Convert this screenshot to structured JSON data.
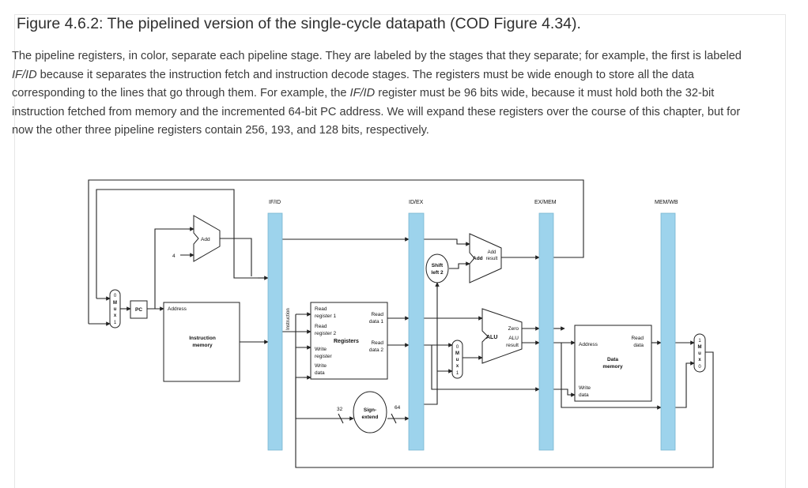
{
  "figure": {
    "title": "Figure 4.6.2: The pipelined version of the single-cycle datapath (COD Figure 4.34).",
    "desc_1": "The pipeline registers, in color, separate each pipeline stage. They are labeled by the stages that they separate; for example, the first is labeled ",
    "desc_em1": "IF/ID",
    "desc_2": " because it separates the instruction fetch and instruction decode stages. The registers must be wide enough to store all the data corresponding to the lines that go through them. For example, the ",
    "desc_em2": "IF/ID",
    "desc_3": " register must be 96 bits wide, because it must hold both the 32-bit instruction fetched from memory and the incremented 64-bit PC address. We will expand these registers over the course of this chapter, but for now the other three pipeline registers contain 256, 193, and 128 bits, respectively."
  },
  "diagram": {
    "pipeline_registers": [
      "IF/ID",
      "ID/EX",
      "EX/MEM",
      "MEM/WB"
    ],
    "pc": "PC",
    "add_if": "Add",
    "const_four": "4",
    "im_address": "Address",
    "im_name_1": "Instruction",
    "im_name_2": "memory",
    "instruction_label": "Instruction",
    "reg_read_reg1_a": "Read",
    "reg_read_reg1_b": "register 1",
    "reg_read_reg2_a": "Read",
    "reg_read_reg2_b": "register 2",
    "reg_write_reg_a": "Write",
    "reg_write_reg_b": "register",
    "reg_write_data_a": "Write",
    "reg_write_data_b": "data",
    "reg_read_data1_a": "Read",
    "reg_read_data1_b": "data 1",
    "reg_read_data2_a": "Read",
    "reg_read_data2_b": "data 2",
    "reg_name": "Registers",
    "sign_extend_a": "Sign-",
    "sign_extend_b": "extend",
    "bits_in": "32",
    "bits_out": "64",
    "shift_a": "Shift",
    "shift_b": "left 2",
    "add_ex": "Add",
    "add_result_a": "Add",
    "add_result_b": "result",
    "alu": "ALU",
    "alu_zero": "Zero",
    "alu_result_a": "ALU",
    "alu_result_b": "result",
    "dm_address": "Address",
    "dm_read_a": "Read",
    "dm_read_b": "data",
    "dm_write_a": "Write",
    "dm_write_b": "data",
    "dm_name_1": "Data",
    "dm_name_2": "memory",
    "mux_letters": [
      "M",
      "u",
      "x"
    ],
    "mux_if_top": "0",
    "mux_if_bottom": "1",
    "mux_ex_top": "0",
    "mux_ex_bottom": "1",
    "mux_wb_top": "1",
    "mux_wb_bottom": "0"
  }
}
